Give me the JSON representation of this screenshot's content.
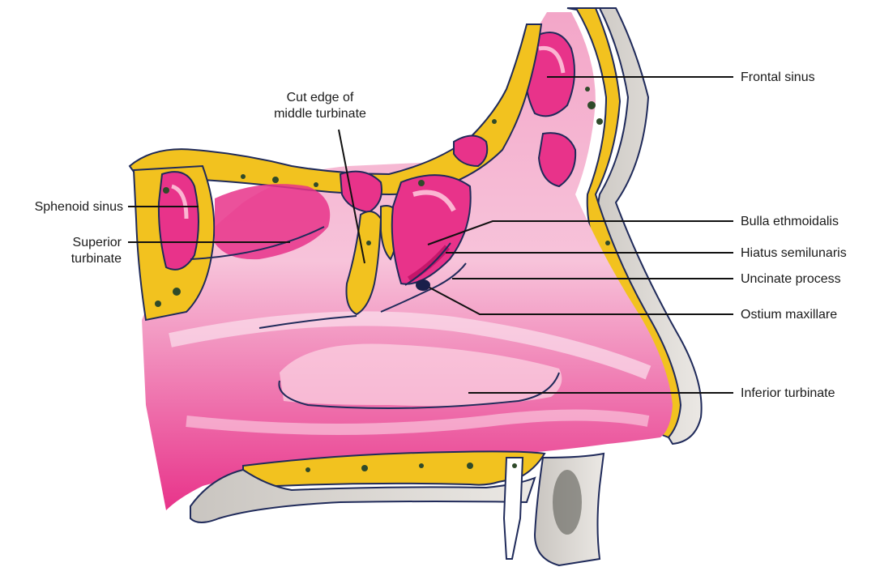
{
  "labels": {
    "frontal_sinus": "Frontal sinus",
    "cut_edge_line1": "Cut edge of",
    "cut_edge_line2": "middle turbinate",
    "sphenoid_sinus": "Sphenoid sinus",
    "superior_turbinate_line1": "Superior",
    "superior_turbinate_line2": "turbinate",
    "bulla_ethmoidalis": "Bulla ethmoidalis",
    "hiatus_semilunaris": "Hiatus semilunaris",
    "uncinate_process": "Uncinate process",
    "ostium_maxillare": "Ostium maxillare",
    "inferior_turbinate": "Inferior turbinate"
  },
  "colors": {
    "mucosa": "#e8338a",
    "mucosa_light": "#f6b3d0",
    "bone": "#f2c21f",
    "marrow": "#2f4a2a",
    "skin": "#d9d6d2",
    "outline": "#1f2a5a",
    "leader": "#111111"
  }
}
